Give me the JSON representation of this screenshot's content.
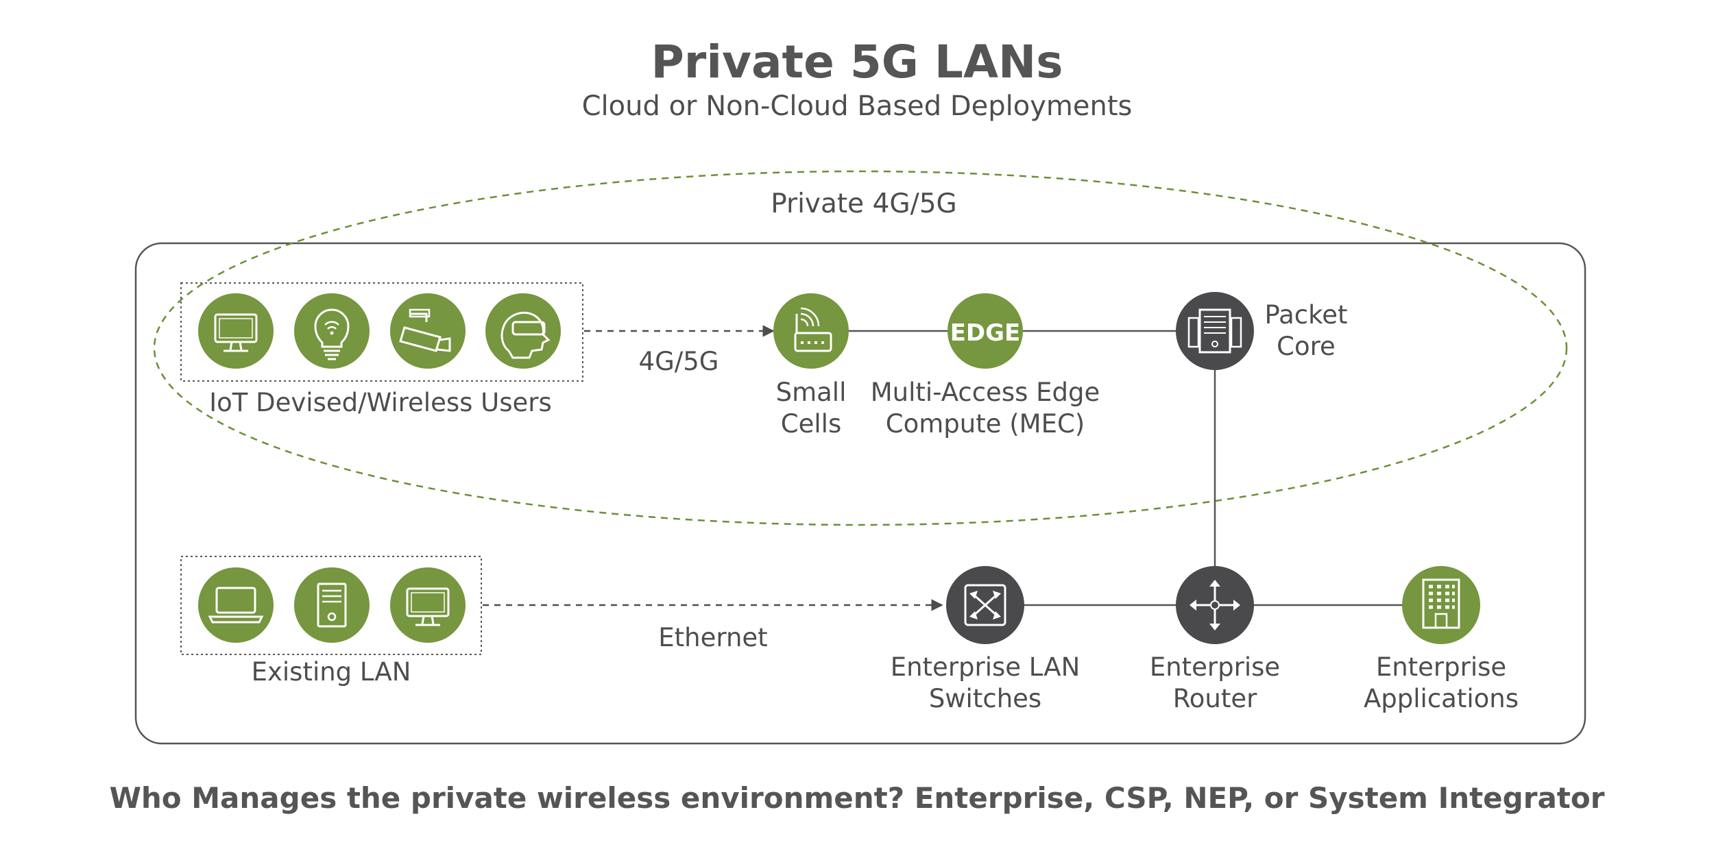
{
  "title": "Private 5G LANs",
  "subtitle": "Cloud or Non-Cloud Based Deployments",
  "zone_label": "Private 4G/5G",
  "footer": "Who Manages the private wireless environment? Enterprise, CSP, NEP, or System Integrator",
  "colors": {
    "green": "#76963f",
    "dark": "#4a4a4c",
    "line": "#555555",
    "zone": "#6b8e35"
  },
  "groups": {
    "iot": {
      "label": "IoT Devised/Wireless Users",
      "icons": [
        "monitor-icon",
        "lightbulb-wifi-icon",
        "security-camera-icon",
        "vr-headset-icon"
      ]
    },
    "lan": {
      "label": "Existing LAN",
      "icons": [
        "laptop-icon",
        "server-tower-icon",
        "monitor-icon"
      ]
    }
  },
  "links": {
    "wireless": "4G/5G",
    "ethernet": "Ethernet"
  },
  "nodes": {
    "small_cells": {
      "line1": "Small",
      "line2": "Cells",
      "icon": "wifi-router-icon"
    },
    "mec": {
      "line1": "Multi-Access Edge",
      "line2": "Compute (MEC)",
      "icon_text": "EDGE"
    },
    "packet_core": {
      "line1": "Packet",
      "line2": "Core",
      "icon": "server-rack-icon"
    },
    "switches": {
      "line1": "Enterprise LAN",
      "line2": "Switches",
      "icon": "switch-arrows-icon"
    },
    "router": {
      "line1": "Enterprise",
      "line2": "Router",
      "icon": "router-arrows-icon"
    },
    "apps": {
      "line1": "Enterprise",
      "line2": "Applications",
      "icon": "office-building-icon"
    }
  }
}
